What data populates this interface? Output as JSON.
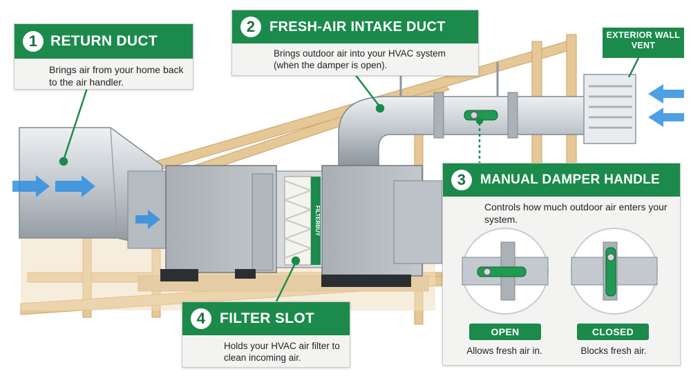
{
  "callouts": [
    {
      "num": "1",
      "title": "RETURN DUCT",
      "desc": "Brings air from your home back to the air handler."
    },
    {
      "num": "2",
      "title": "FRESH-AIR INTAKE DUCT",
      "desc": "Brings outdoor air into your HVAC system (when the damper is open)."
    },
    {
      "num": "3",
      "title": "MANUAL DAMPER HANDLE",
      "desc": "Controls how much outdoor air enters your system."
    },
    {
      "num": "4",
      "title": "FILTER SLOT",
      "desc": "Holds your HVAC air filter to clean incoming air."
    }
  ],
  "damper_states": {
    "open": {
      "label": "OPEN",
      "caption": "Allows fresh air in."
    },
    "closed": {
      "label": "CLOSED",
      "caption": "Blocks fresh air."
    }
  },
  "exterior_vent_label": "EXTERIOR WALL VENT",
  "filter_brand": "FILTERBUY",
  "colors": {
    "accent": "#1b8a4b",
    "arrow": "#2f8fe0",
    "duct": "#b9c0c6",
    "wood": "#e8c99a"
  }
}
